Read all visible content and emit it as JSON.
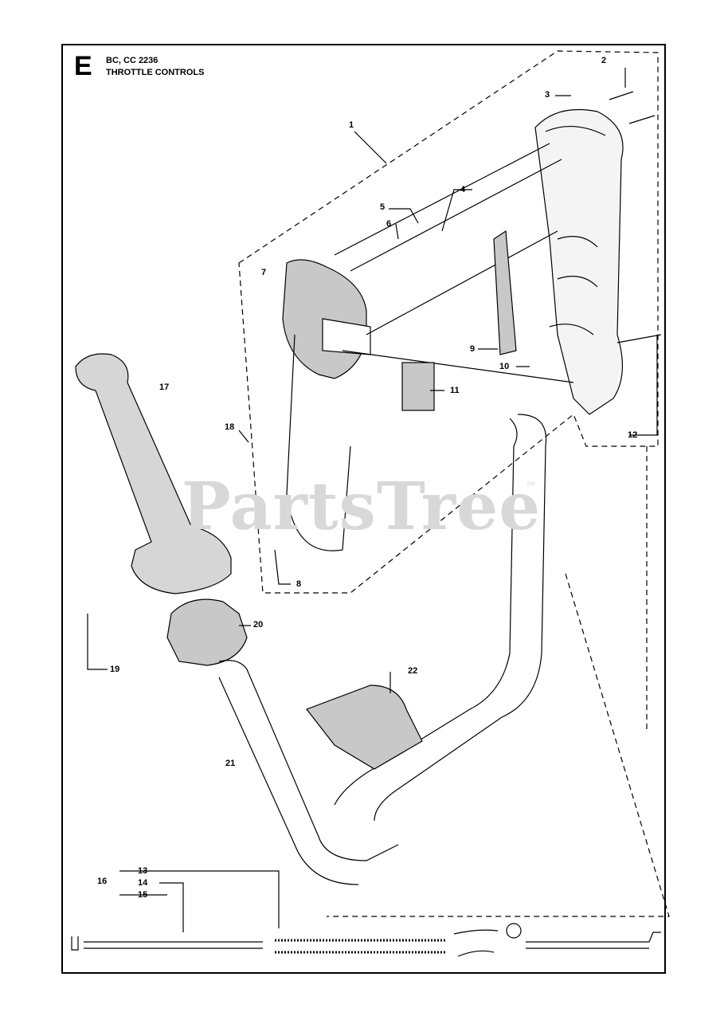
{
  "header": {
    "section_letter": "E",
    "model": "BC, CC 2236",
    "section_title": "THROTTLE CONTROLS"
  },
  "watermark": {
    "text": "PartsTree",
    "tm": "™"
  },
  "callouts": [
    "1",
    "2",
    "3",
    "4",
    "5",
    "6",
    "7",
    "8",
    "9",
    "10",
    "11",
    "12",
    "13",
    "14",
    "15",
    "16",
    "17",
    "18",
    "19",
    "20",
    "21",
    "22"
  ],
  "colors": {
    "line": "#000000",
    "watermark": "#d8d8d8",
    "part_shade": "#c8c8c8"
  }
}
